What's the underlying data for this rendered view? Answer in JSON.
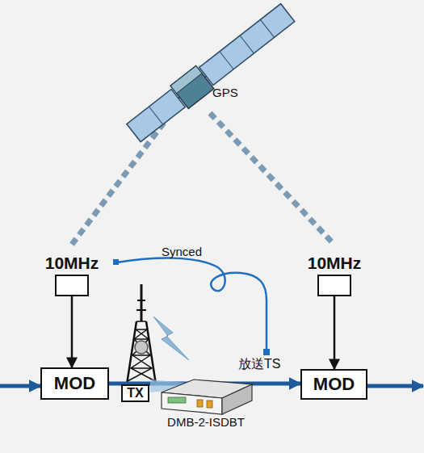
{
  "diagram": {
    "nodes": [
      {
        "text": [
          "10MHz"
        ]
      },
      {
        "text": [
          "10MHz"
        ]
      },
      {
        "text": [
          "MOD"
        ]
      },
      {
        "text": [
          "TX"
        ]
      },
      {
        "text": [
          "MOD"
        ]
      }
    ],
    "edges": [
      {
        "from": 0,
        "to": 2,
        "arrow": "to"
      },
      {
        "from": 1,
        "to": 4,
        "arrow": "to"
      },
      {
        "from": 2,
        "to": 4,
        "arrow": "to"
      }
    ],
    "labels": [
      "GPS",
      "Synced",
      "放送TS",
      "DMB-2-ISDBT"
    ]
  }
}
